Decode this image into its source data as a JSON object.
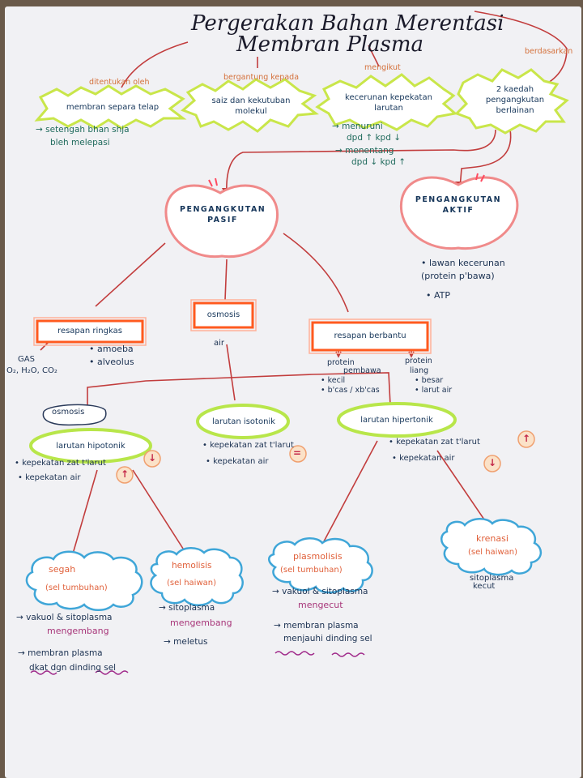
{
  "title": {
    "line1": "Pergerakan Bahan Merentasi",
    "line2": "Membran Plasma"
  },
  "connectors": {
    "ditentukan_oleh": "ditentukan oleh",
    "bergantung": "bergantung kepada",
    "mengikut": "mengikut",
    "berdasarkan": "berdasarkan"
  },
  "factors": [
    {
      "label": "membran separa telap",
      "notes": [
        "→ setengah bhan shja",
        "bleh melepasi"
      ]
    },
    {
      "label": "saiz dan kekutuban molekul",
      "notes": []
    },
    {
      "label": "kecerunan kepekatan larutan",
      "notes": [
        "→ menuruni",
        "dpd ↑ kpd ↓",
        "→ menentang",
        "dpd ↓ kpd ↑"
      ]
    },
    {
      "label": "2 kaedah pengangkutan berlainan",
      "notes": []
    }
  ],
  "passive": {
    "label": "PENGANGKUTAN PASIF"
  },
  "active": {
    "label": "PENGANGKUTAN AKTIF",
    "notes": [
      "• lawan kecerunan",
      "(protein p'bawa)",
      "• ATP"
    ]
  },
  "simple_diffusion": {
    "label": "resapan ringkas",
    "left": [
      "GAS",
      "O₂, H₂O, CO₂"
    ],
    "right": [
      "• amoeba",
      "• alveolus"
    ]
  },
  "osmosis": {
    "label": "osmosis",
    "note": "air"
  },
  "facilitated": {
    "label": "resapan berbantu",
    "pembawa": [
      "protein",
      "pembawa",
      "• kecil",
      "• b'cas / xb'cas"
    ],
    "liang": [
      "protein",
      "liang",
      "• besar",
      "• larut air"
    ]
  },
  "osmosis_tag": "osmosis",
  "solutions": [
    {
      "label": "larutan hipotonik",
      "notes": [
        "• kepekatan zat t'larut",
        "• kepekatan air"
      ],
      "arrows": [
        "↓",
        "↑"
      ]
    },
    {
      "label": "larutan isotonik",
      "notes": [
        "• kepekatan zat t'larut",
        "• kepekatan air"
      ],
      "arrows": [
        "="
      ]
    },
    {
      "label": "larutan hipertonik",
      "notes": [
        "• kepekatan zat t'larut",
        "• kepekatan air"
      ],
      "arrows": [
        "↑",
        "↓"
      ]
    }
  ],
  "outcomes": [
    {
      "title": "segah",
      "sub": "(sel tumbuhan)",
      "notes": [
        "→ vakuol & sitoplasma",
        "mengembang",
        "→ membran plasma",
        "dkat dgn dinding sel"
      ]
    },
    {
      "title": "hemolisis",
      "sub": "(sel haiwan)",
      "notes": [
        "→ sitoplasma",
        "mengembang",
        "→ meletus"
      ]
    },
    {
      "title": "plasmolisis",
      "sub": "(sel tumbuhan)",
      "notes": [
        "→ vakuol & sitoplasma",
        "mengecut",
        "→ membran plasma",
        "menjauhi dinding sel"
      ]
    },
    {
      "title": "krenasi",
      "sub": "(sel haiwan)",
      "notes": [
        "sitoplasma",
        "kecut"
      ]
    }
  ],
  "colors": {
    "line": "#c23d3d",
    "star": "#c9e64a",
    "heart": "#f08a8a",
    "rect": "#ff5a1f",
    "ellipse": "#b8e64a",
    "cloud": "#3fa6d8"
  }
}
